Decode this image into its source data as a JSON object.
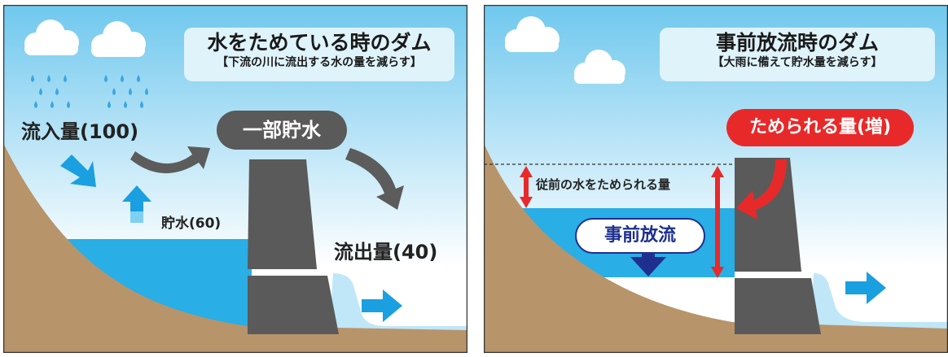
{
  "left_panel": {
    "title": "水をためている時のダム",
    "subtitle": "【下流の川に流出する水の量を減らす】",
    "inflow_label": "流入量(100)",
    "storage_label": "貯水(60)",
    "partial_storage_label": "一部貯水",
    "outflow_label": "流出量(40)"
  },
  "right_panel": {
    "title": "事前放流時のダム",
    "subtitle": "【大雨に備えて貯水量を減らす】",
    "increase_label": "ためられる量(増)",
    "previous_capacity_label": "従前の水をためられる量",
    "pre_release_label": "事前放流"
  },
  "colors": {
    "sky_top": "#6fc8ee",
    "sky_bottom": "#ffffff",
    "water": "#29aee6",
    "ground": "#b8946a",
    "dam": "#5a5a5a",
    "arrow_blue": "#1a9fe0",
    "arrow_gray": "#5c5c5c",
    "accent_red": "#e8292a",
    "pre_release_blue": "#1e2f8f",
    "raindrop": "#3aa6e0"
  },
  "icons": [
    "cloud-icon",
    "raindrop-icon",
    "arrow-icon",
    "dam-icon"
  ]
}
